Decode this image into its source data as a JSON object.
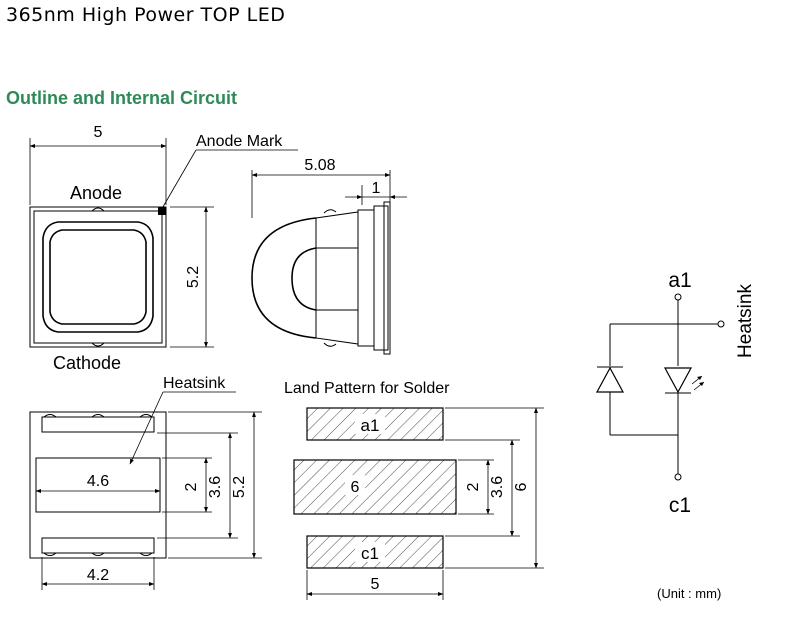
{
  "page": {
    "title": "365nm High Power TOP LED",
    "section_title": "Outline and Internal Circuit",
    "unit_note": "(Unit : mm)"
  },
  "top_view": {
    "width_dim": "5",
    "height_dim": "5.2",
    "anode_label": "Anode",
    "cathode_label": "Cathode",
    "anode_mark_label": "Anode Mark"
  },
  "side_view": {
    "total_dim": "5.08",
    "flange_dim": "1"
  },
  "bottom_view": {
    "heatsink_label": "Heatsink",
    "pad_width_dim": "4.6",
    "pad_height_dim": "2",
    "inner_dim": "3.6",
    "outer_dim": "5.2",
    "bottom_width_dim": "4.2"
  },
  "land_pattern": {
    "title": "Land Pattern for Solder",
    "pad_a1_label": "a1",
    "pad_center_label": "6",
    "pad_c1_label": "c1",
    "width_dim": "5",
    "center_dim": "2",
    "gap_dim": "3.6",
    "total_dim": "6"
  },
  "circuit": {
    "terminal_top": "a1",
    "terminal_bottom": "c1",
    "heatsink_label": "Heatsink"
  }
}
